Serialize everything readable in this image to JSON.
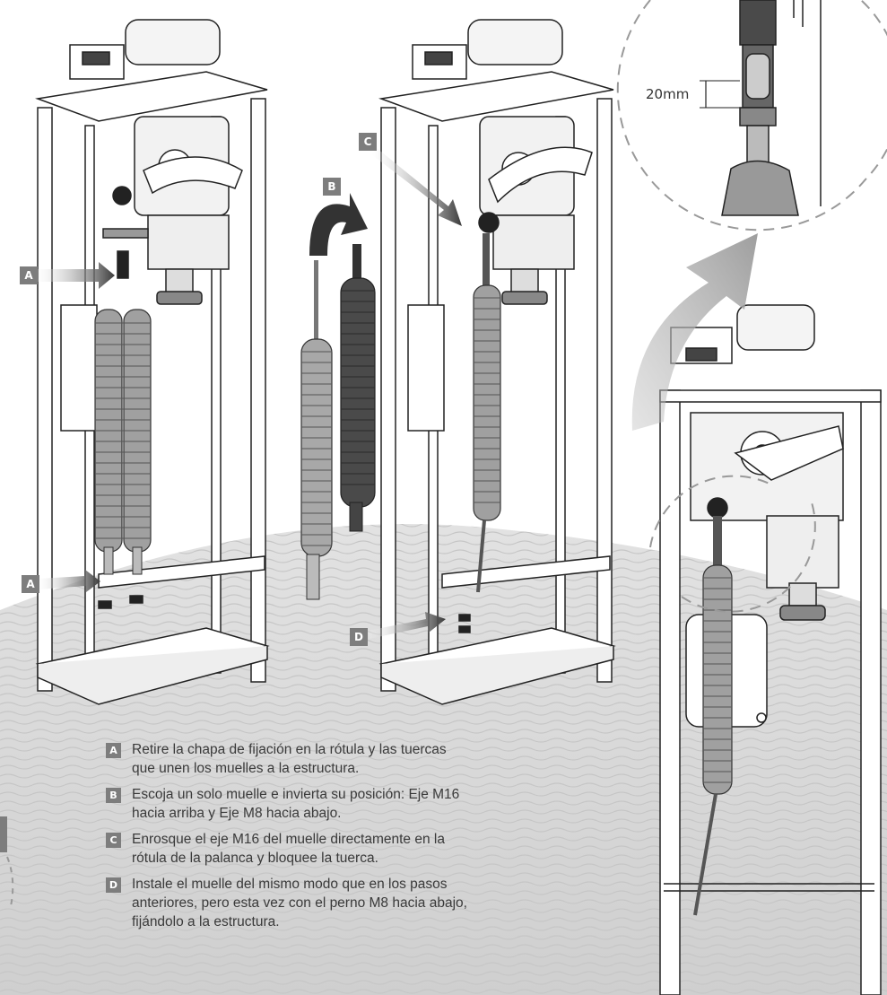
{
  "callouts": {
    "a_top": "A",
    "a_bottom": "A",
    "b": "B",
    "c": "C",
    "d": "D"
  },
  "dimension": "20mm",
  "steps": [
    {
      "letter": "A",
      "line1": "Retire la chapa de fijación en la rótula y las tuercas",
      "line2": "que unen los muelles a la estructura."
    },
    {
      "letter": "B",
      "line1": "Escoja un solo muelle e invierta su posición: Eje M16",
      "line2": "hacia arriba y Eje M8 hacia abajo."
    },
    {
      "letter": "C",
      "line1": "Enrosque el eje M16 del muelle directamente en la",
      "line2": "rótula de la palanca y bloquee la tuerca."
    },
    {
      "letter": "D",
      "line1": "Instale el muelle del mismo modo que en los pasos",
      "line2": "anteriores, pero esta vez con el perno M8 hacia abajo,",
      "line3": "fijándolo a la estructura."
    }
  ],
  "colors": {
    "callout_bg": "#7d7d7d",
    "arrow_dark": "#3a3a3a",
    "spring_light": "#9a9a9a",
    "spring_dark": "#4a4a4a",
    "floor": "#d9d9d9"
  }
}
